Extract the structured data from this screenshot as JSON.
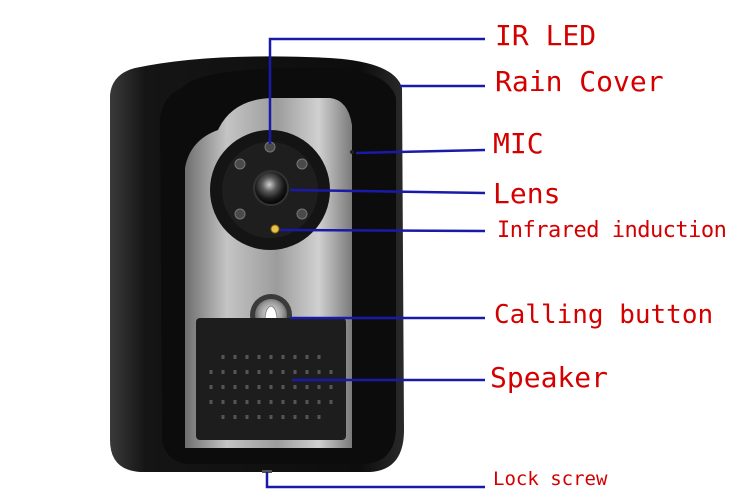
{
  "labels": {
    "ir_led": "IR LED",
    "rain_cover": "Rain Cover",
    "mic": "MIC",
    "lens": "Lens",
    "infrared_induction": "Infrared induction",
    "calling_button": "Calling button",
    "speaker": "Speaker",
    "lock_screw": "Lock screw"
  },
  "colors": {
    "label_text": "#d40000",
    "leader_line": "#1a1aa8",
    "housing": "#151515",
    "faceplate": "#a9a9a9",
    "speaker_panel": "#1e1e1e"
  },
  "icons": {
    "calling_button": "bell-icon"
  }
}
